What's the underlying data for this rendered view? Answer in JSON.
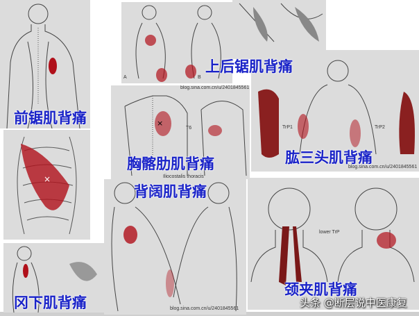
{
  "labels": {
    "serratus_anterior": "前锯肌背痛",
    "serratus_posterior_superior": "上后锯肌背痛",
    "iliocostalis_thoracis": "胸髂肋肌背痛",
    "latissimus_dorsi": "背阔肌背痛",
    "triceps": "肱三头肌背痛",
    "infraspinatus": "冈下肌背痛",
    "splenius_cervicis": "颈夹肌背痛"
  },
  "annotations": {
    "iliocostalis": "Iliocostalis thoracis",
    "lower_trp": "lower TrP",
    "trp1": "TrP1",
    "trp2": "TrP2",
    "t6": "T6",
    "fig_a": "A",
    "fig_b": "B",
    "blog_url": "blog.sina.com.cn/u/2401845561"
  },
  "watermark": "头条 @断层说中医康复",
  "colors": {
    "label": "#1a23c8",
    "pain": "#b0101a",
    "panel": "#dcdcdc"
  }
}
